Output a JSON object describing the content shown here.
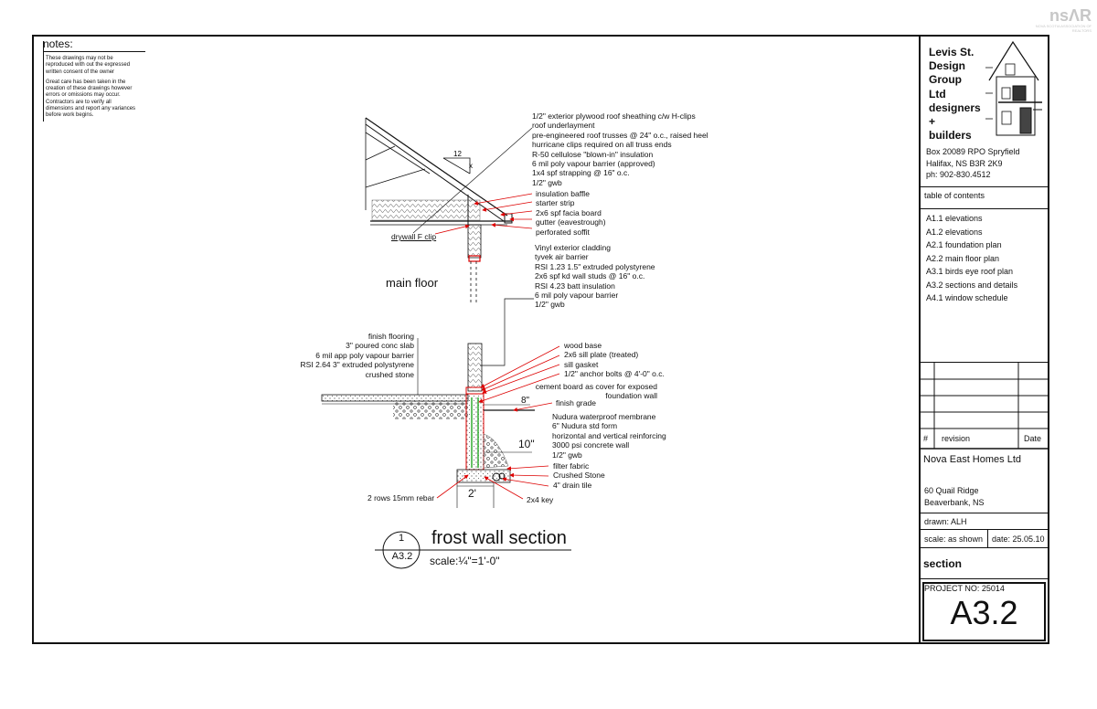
{
  "logo": {
    "mark": "nsΛR",
    "sub": "NOVA SCOTIA ASSOCIATION OF REALTORS"
  },
  "notes": {
    "title": "notes:",
    "p1": [
      "These drawings may not be",
      "reproduced with out the expressed",
      "written consent of the owner"
    ],
    "p2": [
      "Great care has been taken in the",
      "creation of these drawings however",
      "errors or omissions may occur.",
      "Contractors are to verify all",
      "dimensions and report any variances",
      "before work begins."
    ]
  },
  "roof_labels": [
    "1/2\" exterior plywood roof sheathing c/w H-clips",
    "roof underlayment",
    "pre-engineered roof trusses @ 24\" o.c., raised heel",
    "hurricane clips required on all truss ends",
    "R-50 cellulose \"blown-in\" insulation",
    "6 mil poly vapour barrier (approved)",
    "1x4 spf strapping @ 16\" o.c.",
    "1/2\" gwb"
  ],
  "pitch": {
    "rise": "12",
    "run": "x"
  },
  "eave_labels": [
    "insulation baffle",
    "starter strip",
    "2x6 spf facia board",
    "gutter (eavestrough)",
    "perforated soffit"
  ],
  "drywall_clip": "drywall F clip",
  "main_floor": "main floor",
  "wall_labels": [
    "Vinyl exterior cladding",
    "tyvek air barrier",
    "RSI 1.23  1.5\" extruded polystyrene",
    "2x6 spf kd wall studs @ 16\" o.c.",
    "RSI 4.23 batt insulation",
    "6 mil poly vapour barrier",
    "1/2\" gwb"
  ],
  "slab_labels": [
    "finish flooring",
    "3\" poured conc slab",
    "6 mil app poly vapour barrier",
    "RSI 2.64 3\" extruded polystyrene",
    "crushed stone"
  ],
  "sill_labels": [
    "wood base",
    "2x6 sill plate (treated)",
    "sill gasket",
    "1/2\" anchor bolts @ 4'-0\" o.c."
  ],
  "cement_board": [
    "cement board as cover for exposed",
    "foundation wall"
  ],
  "dim_8": "8\"",
  "finish_grade": "finish grade",
  "nudura_labels": [
    "Nudura waterproof membrane",
    "6\" Nudura std form",
    "horizontal and vertical reinforcing",
    "3000 psi concrete wall",
    "1/2\" gwb"
  ],
  "dim_10": "10\"",
  "footing_labels": [
    "filter fabric",
    "Crushed Stone",
    "4\" drain tile"
  ],
  "rebar": "2 rows 15mm rebar",
  "dim_2": "2'",
  "key": "2x4 key",
  "detail": {
    "number": "1",
    "sheet": "A3.2",
    "title": "frost wall section",
    "scale": "scale:¼\"=1'-0\""
  },
  "company": {
    "lines": [
      "Levis St.",
      "Design",
      "Group",
      "Ltd",
      "designers",
      "+",
      "builders"
    ]
  },
  "address": [
    "Box 20089 RPO Spryfield",
    "Halifax, NS B3R 2K9",
    "ph: 902-830.4512"
  ],
  "toc": {
    "title": "table of contents",
    "items": [
      "A1.1 elevations",
      "A1.2 elevations",
      "A2.1 foundation plan",
      "A2.2 main floor plan",
      "A3.1 birds eye roof plan",
      "A3.2 sections and details",
      "A4.1 window schedule"
    ]
  },
  "revision": {
    "num": "#",
    "label": "revision",
    "date": "Date"
  },
  "client": {
    "name": "Nova East Homes Ltd",
    "address": [
      "60 Quail Ridge",
      "Beaverbank, NS"
    ]
  },
  "drawn": "drawn:  ALH",
  "scale": "scale: as shown",
  "date": "date: 25.05.10",
  "section_word": "section",
  "project_no": "PROJECT NO:  25014",
  "sheet_no": "A3.2"
}
